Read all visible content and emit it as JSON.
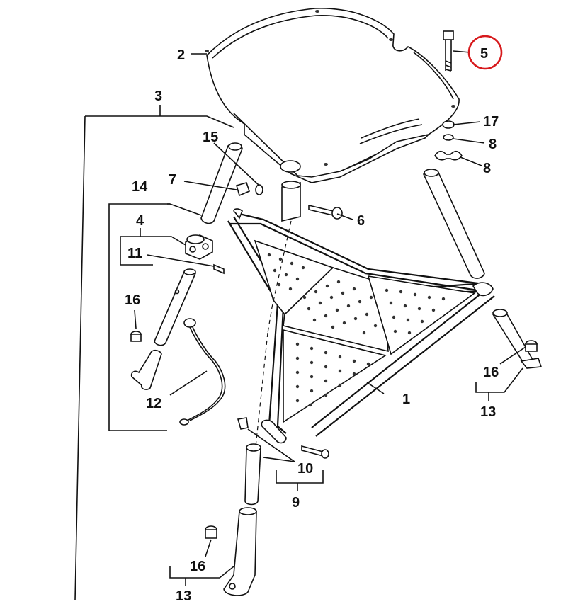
{
  "diagram": {
    "callouts": [
      {
        "id": "2",
        "text": "2"
      },
      {
        "id": "3",
        "text": "3"
      },
      {
        "id": "5",
        "text": "5",
        "highlighted": true
      },
      {
        "id": "17",
        "text": "17"
      },
      {
        "id": "8a",
        "text": "8"
      },
      {
        "id": "8b",
        "text": "8"
      },
      {
        "id": "15",
        "text": "15"
      },
      {
        "id": "7",
        "text": "7"
      },
      {
        "id": "14",
        "text": "14"
      },
      {
        "id": "6",
        "text": "6"
      },
      {
        "id": "4",
        "text": "4"
      },
      {
        "id": "11",
        "text": "11"
      },
      {
        "id": "16a",
        "text": "16"
      },
      {
        "id": "16b",
        "text": "16"
      },
      {
        "id": "16c",
        "text": "16"
      },
      {
        "id": "13a",
        "text": "13"
      },
      {
        "id": "13b",
        "text": "13"
      },
      {
        "id": "1",
        "text": "1"
      },
      {
        "id": "12",
        "text": "12"
      },
      {
        "id": "10",
        "text": "10"
      },
      {
        "id": "9",
        "text": "9"
      }
    ],
    "highlight_color": "#d7191c"
  }
}
